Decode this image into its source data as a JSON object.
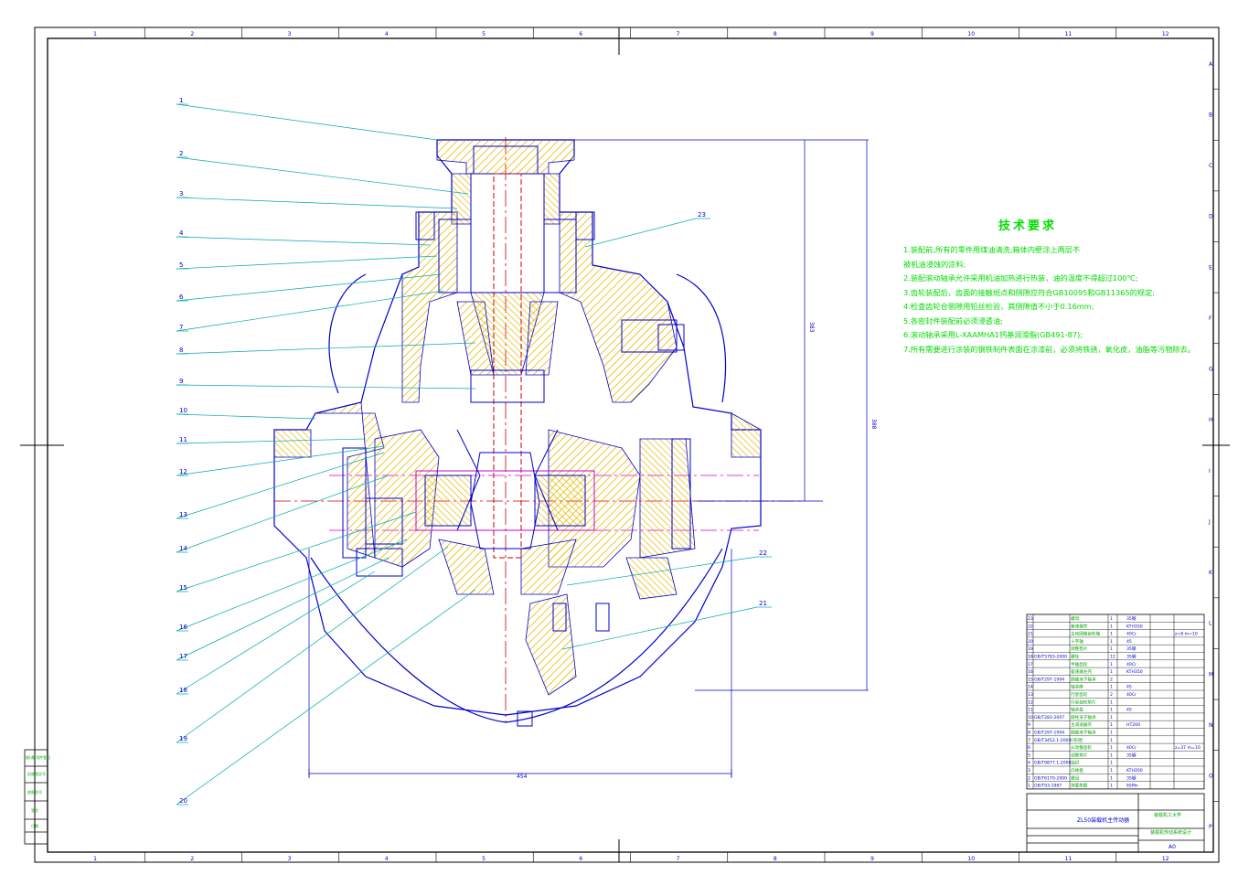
{
  "border": {
    "columns": [
      "1",
      "2",
      "3",
      "4",
      "5",
      "6",
      "7",
      "8",
      "9",
      "10",
      "11",
      "12"
    ],
    "rows": [
      "A",
      "B",
      "C",
      "D",
      "E",
      "F",
      "G",
      "H",
      "I",
      "J",
      "K",
      "L",
      "M",
      "N",
      "O",
      "P"
    ]
  },
  "callouts": [
    "1",
    "2",
    "3",
    "4",
    "5",
    "6",
    "7",
    "8",
    "9",
    "10",
    "11",
    "12",
    "13",
    "14",
    "15",
    "16",
    "17",
    "18",
    "19",
    "20"
  ],
  "right_callouts": [
    "23",
    "22",
    "21"
  ],
  "dimensions": {
    "height_upper": "383",
    "height_total": "388",
    "width_bottom": "454"
  },
  "tech_requirements": {
    "title": "技术要求",
    "items": [
      "1.装配前,所有的零件用煤油清洗,箱体内壁涂上两层不",
      "  被机油浸蚀的涂料;",
      "2.装配滚动轴承允许采用机油加热进行热装，油的温度不得超过100℃;",
      "3.齿轮装配后，齿面的接触斑点和侧隙应符合GB10095和GB11365的规定;",
      "4.检查齿轮合侧隙用铅丝检验，其侧隙值不小于0.16mm;",
      "5.各密封件装配前必须浸透油;",
      "6.滚动轴承采用L-XAAMHA1钙基润滑脂(GB491-87);",
      "7.所有需要进行涂装的钢铁制件表面在涂漆前，必须将铁锈，氧化皮，油脂等污物除去。"
    ]
  },
  "parts_table": {
    "rows": [
      {
        "no": "23",
        "code": "",
        "name": "螺母",
        "qty": "1",
        "material": "35钢",
        "note": ""
      },
      {
        "no": "22",
        "code": "",
        "name": "差速器壳",
        "qty": "1",
        "material": "KTH350",
        "note": ""
      },
      {
        "no": "21",
        "code": "",
        "name": "主动圆锥齿轮轴",
        "qty": "1",
        "material": "40Cr",
        "note": "z=8 m=10"
      },
      {
        "no": "20",
        "code": "",
        "name": "十字轴",
        "qty": "1",
        "material": "45",
        "note": ""
      },
      {
        "no": "19",
        "code": "",
        "name": "调整垫片",
        "qty": "1",
        "material": "35钢",
        "note": ""
      },
      {
        "no": "18",
        "code": "GB/T5783-2000",
        "name": "螺栓",
        "qty": "12",
        "material": "35钢",
        "note": ""
      },
      {
        "no": "17",
        "code": "",
        "name": "半轴齿轮",
        "qty": "1",
        "material": "40Cr",
        "note": ""
      },
      {
        "no": "16",
        "code": "",
        "name": "差速器左壳",
        "qty": "1",
        "material": "KTH350",
        "note": ""
      },
      {
        "no": "15",
        "code": "GB/T297-1994",
        "name": "圆锥滚子轴承",
        "qty": "2",
        "material": "",
        "note": ""
      },
      {
        "no": "14",
        "code": "",
        "name": "轴承座",
        "qty": "1",
        "material": "45",
        "note": ""
      },
      {
        "no": "13",
        "code": "",
        "name": "行星齿轮",
        "qty": "2",
        "material": "40Cr",
        "note": ""
      },
      {
        "no": "12",
        "code": "",
        "name": "行星齿轮垫片",
        "qty": "1",
        "material": "",
        "note": ""
      },
      {
        "no": "11",
        "code": "",
        "name": "轴承盖",
        "qty": "1",
        "material": "45",
        "note": ""
      },
      {
        "no": "10",
        "code": "GB/T283-2007",
        "name": "圆柱滚子轴承",
        "qty": "1",
        "material": "",
        "note": ""
      },
      {
        "no": "9",
        "code": "",
        "name": "主减速器壳",
        "qty": "1",
        "material": "HT200",
        "note": ""
      },
      {
        "no": "8",
        "code": "GB/T297-1994",
        "name": "圆锥滚子轴承",
        "qty": "1",
        "material": "",
        "note": ""
      },
      {
        "no": "7",
        "code": "GB/T3452.1-2005",
        "name": "O形圈",
        "qty": "1",
        "material": "",
        "note": ""
      },
      {
        "no": "6",
        "code": "",
        "name": "从动锥齿轮",
        "qty": "1",
        "material": "40Cr",
        "note": "z=37 m=10"
      },
      {
        "no": "5",
        "code": "",
        "name": "调整垫片",
        "qty": "1",
        "material": "35钢",
        "note": ""
      },
      {
        "no": "4",
        "code": "GB/T9877.1-2008",
        "name": "油封",
        "qty": "1",
        "material": "",
        "note": ""
      },
      {
        "no": "3",
        "code": "",
        "name": "凸缘盘",
        "qty": "1",
        "material": "KTH350",
        "note": ""
      },
      {
        "no": "2",
        "code": "GB/T6170-2000",
        "name": "螺母",
        "qty": "1",
        "material": "35钢",
        "note": ""
      },
      {
        "no": "1",
        "code": "GB/T93-1987",
        "name": "弹簧垫圈",
        "qty": "1",
        "material": "65Mn",
        "note": ""
      }
    ]
  },
  "title_block": {
    "school": "装载机工大学",
    "drawing_title": "ZL50装载机主传动器",
    "sub_title": "装载机传动系统设计",
    "sheet_size": "A0"
  },
  "side_stamp": [
    "借(通)用件登记",
    "旧底图总号",
    "底图总号",
    "签字",
    "日期"
  ],
  "colors": {
    "outline": "#0000cc",
    "drawing": "#0000cc",
    "leader": "#00aaaa",
    "hatch": "#e6b800",
    "center": "#cc0000",
    "shaft": "#cc00cc",
    "text": "#00dd00",
    "frame": "#000000"
  }
}
